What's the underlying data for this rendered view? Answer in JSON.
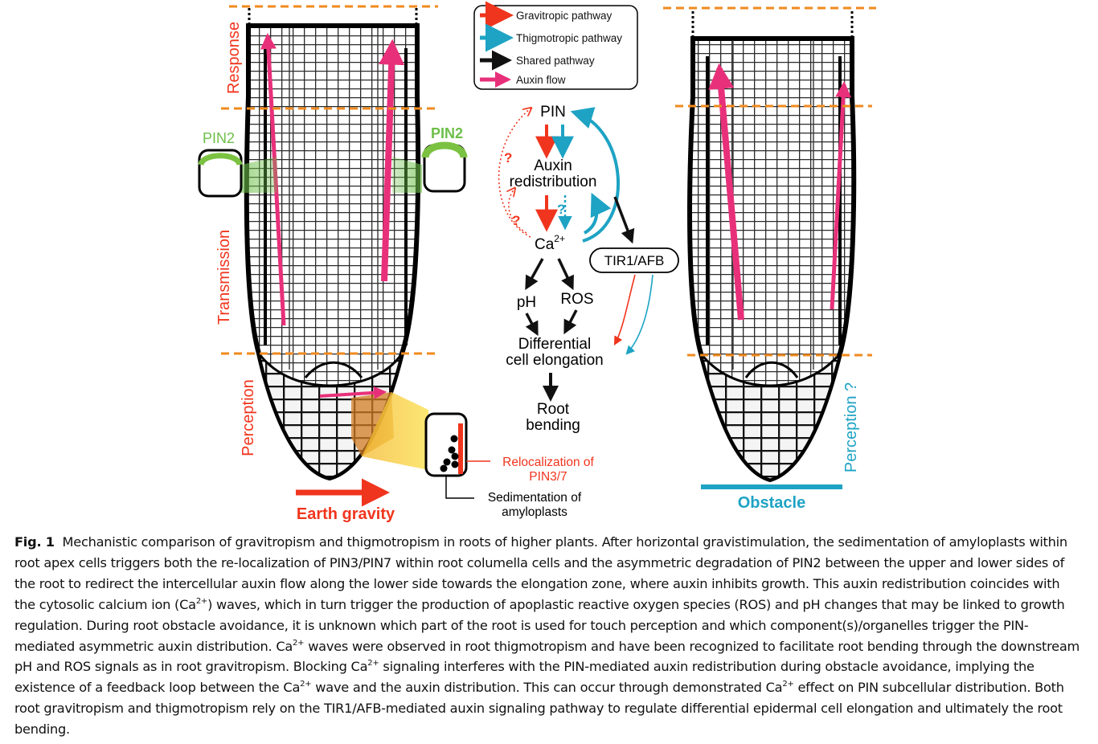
{
  "legend": {
    "gravitropic": "Gravitropic pathway",
    "thigmotropic": "Thigmotropic pathway",
    "shared": "Shared pathway",
    "auxin": "Auxin flow"
  },
  "colors": {
    "gravitropic": "#f0351e",
    "thigmotropic": "#1ea3c4",
    "shared": "#111111",
    "auxin": "#e8307a",
    "pin2": "#7cc242",
    "zone_line": "#f08a1e"
  },
  "left_root": {
    "zones": [
      "Response",
      "Transmission",
      "Perception"
    ],
    "pin2_left": "PIN2",
    "pin2_right": "PIN2",
    "relocalization_line1": "Relocalization of",
    "relocalization_line2": "PIN3/7",
    "sedimentation_line1": "Sedimentation of",
    "sedimentation_line2": "amyloplasts",
    "force": "Earth gravity"
  },
  "right_root": {
    "zone": "Perception ?",
    "force": "Obstacle"
  },
  "pathway": {
    "pin": "PIN",
    "auxin_line1": "Auxin",
    "auxin_line2": "redistribution",
    "ca": "Ca",
    "ca_sup": "2+",
    "tir": "TIR1/AFB",
    "ph": "pH",
    "ros": "ROS",
    "diff_line1": "Differential",
    "diff_line2": "cell elongation",
    "root_line1": "Root",
    "root_line2": "bending",
    "unknown": "?"
  },
  "caption": {
    "label": "Fig. 1",
    "s1": "Mechanistic comparison of gravitropism and thigmotropism in roots of higher plants. After horizontal gravistimulation, the sedimentation of amyloplasts within root apex cells triggers both the re-localization of PIN3/PIN7 within root columella cells and the asymmetric degradation of PIN2 between the upper and lower sides of the root to redirect the intercellular auxin flow along the lower side towards the elongation zone, where auxin inhibits growth. This auxin redistribution coincides with the cytosolic calcium ion (Ca",
    "sup1": "2+",
    "s2": ") waves, which in turn trigger the production of apoplastic reactive oxygen species (ROS) and pH changes that may be linked to growth regulation. During root obstacle avoidance, it is unknown which part of the root is used for touch perception and which component(s)/organelles trigger the PIN-mediated asymmetric auxin distribution. Ca",
    "sup2": "2+",
    "s3": " waves were observed in root thigmotropism and have been recognized to facilitate root bending through the downstream pH and ROS signals as in root gravitropism. Blocking Ca",
    "sup3": "2+",
    "s4": " signaling interferes with the PIN-mediated auxin redistribution during obstacle avoidance, implying the existence of a feedback loop between the Ca",
    "sup4": "2+",
    "s5": " wave and the auxin distribution. This can occur through demonstrated Ca",
    "sup5": "2+",
    "s6": " effect on PIN subcellular distribution. Both root gravitropism and thigmotropism rely on the TIR1/AFB-mediated auxin signaling pathway to regulate differential epidermal cell elongation and ultimately the root bending."
  }
}
